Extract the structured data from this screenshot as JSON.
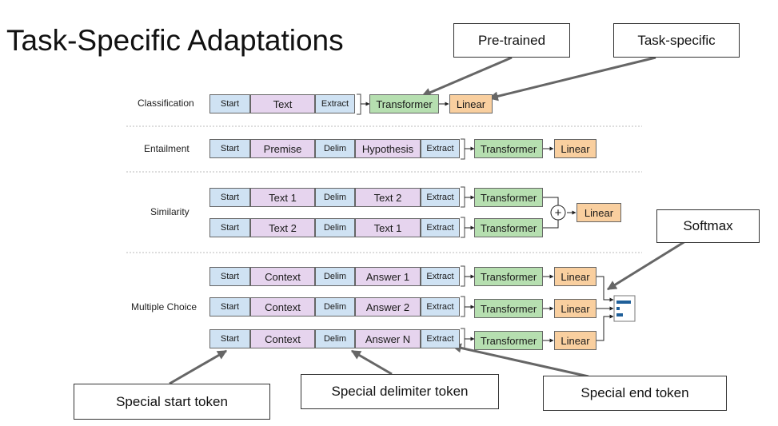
{
  "title": "Task-Specific Adaptations",
  "callouts": {
    "pretrained": "Pre-trained",
    "task_specific": "Task-specific",
    "softmax": "Softmax",
    "start_token": "Special start token",
    "delim_token": "Special delimiter token",
    "end_token": "Special end token"
  },
  "tasks": {
    "classification": {
      "label": "Classification",
      "start": "Start",
      "text": "Text",
      "extract": "Extract",
      "transformer": "Transformer",
      "linear": "Linear"
    },
    "entailment": {
      "label": "Entailment",
      "start": "Start",
      "premise": "Premise",
      "delim": "Delim",
      "hypothesis": "Hypothesis",
      "extract": "Extract",
      "transformer": "Transformer",
      "linear": "Linear"
    },
    "similarity": {
      "label": "Similarity",
      "row1": {
        "start": "Start",
        "a": "Text 1",
        "delim": "Delim",
        "b": "Text 2",
        "extract": "Extract",
        "transformer": "Transformer"
      },
      "row2": {
        "start": "Start",
        "a": "Text 2",
        "delim": "Delim",
        "b": "Text 1",
        "extract": "Extract",
        "transformer": "Transformer"
      },
      "plus": "+",
      "linear": "Linear"
    },
    "multiple_choice": {
      "label": "Multiple Choice",
      "rows": [
        {
          "start": "Start",
          "context": "Context",
          "delim": "Delim",
          "answer": "Answer 1",
          "extract": "Extract",
          "transformer": "Transformer",
          "linear": "Linear"
        },
        {
          "start": "Start",
          "context": "Context",
          "delim": "Delim",
          "answer": "Answer 2",
          "extract": "Extract",
          "transformer": "Transformer",
          "linear": "Linear"
        },
        {
          "start": "Start",
          "context": "Context",
          "delim": "Delim",
          "answer": "Answer N",
          "extract": "Extract",
          "transformer": "Transformer",
          "linear": "Linear"
        }
      ]
    }
  },
  "colors": {
    "token": "#cfe2f3",
    "text": "#e6d4ee",
    "transformer": "#b6dfb0",
    "linear": "#f9cf9f",
    "softmax_bar": "#1f5f99",
    "arrow": "#666666"
  }
}
